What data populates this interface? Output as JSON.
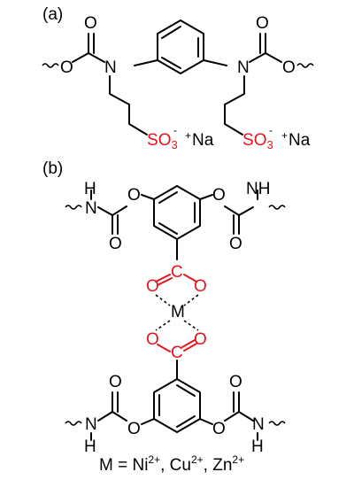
{
  "panels": {
    "a_label": "(a)",
    "b_label": "(b)"
  },
  "atoms": {
    "O": "O",
    "N": "N",
    "H": "H",
    "NH": "NH",
    "M": "M",
    "S": "S",
    "O3": "O",
    "three": "3",
    "minus": "-",
    "plus": "+",
    "Na": "Na"
  },
  "caption": {
    "prefix": "M = Ni",
    "ni_charge": "2+",
    "cu": ", Cu",
    "cu_charge": "2+",
    "zn": ", Zn",
    "zn_charge": "2+"
  },
  "colors": {
    "black": "#000000",
    "red": "#e8141c"
  }
}
